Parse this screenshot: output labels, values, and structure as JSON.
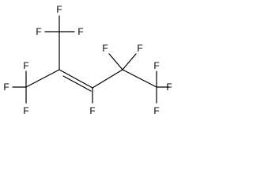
{
  "molecule": {
    "atoms": [
      {
        "label": "F"
      },
      {
        "label": "F"
      },
      {
        "label": "F"
      },
      {
        "label": "F"
      },
      {
        "label": "F"
      },
      {
        "label": "F"
      },
      {
        "label": "F"
      },
      {
        "label": "F"
      },
      {
        "label": "F"
      },
      {
        "label": "F"
      },
      {
        "label": "F"
      },
      {
        "label": "F"
      }
    ],
    "bonds": {
      "skeleton_double": "C=C",
      "count_single_cf": 12
    },
    "colors": {
      "stroke": "#000000",
      "text": "#000000",
      "background": "#ffffff"
    }
  }
}
